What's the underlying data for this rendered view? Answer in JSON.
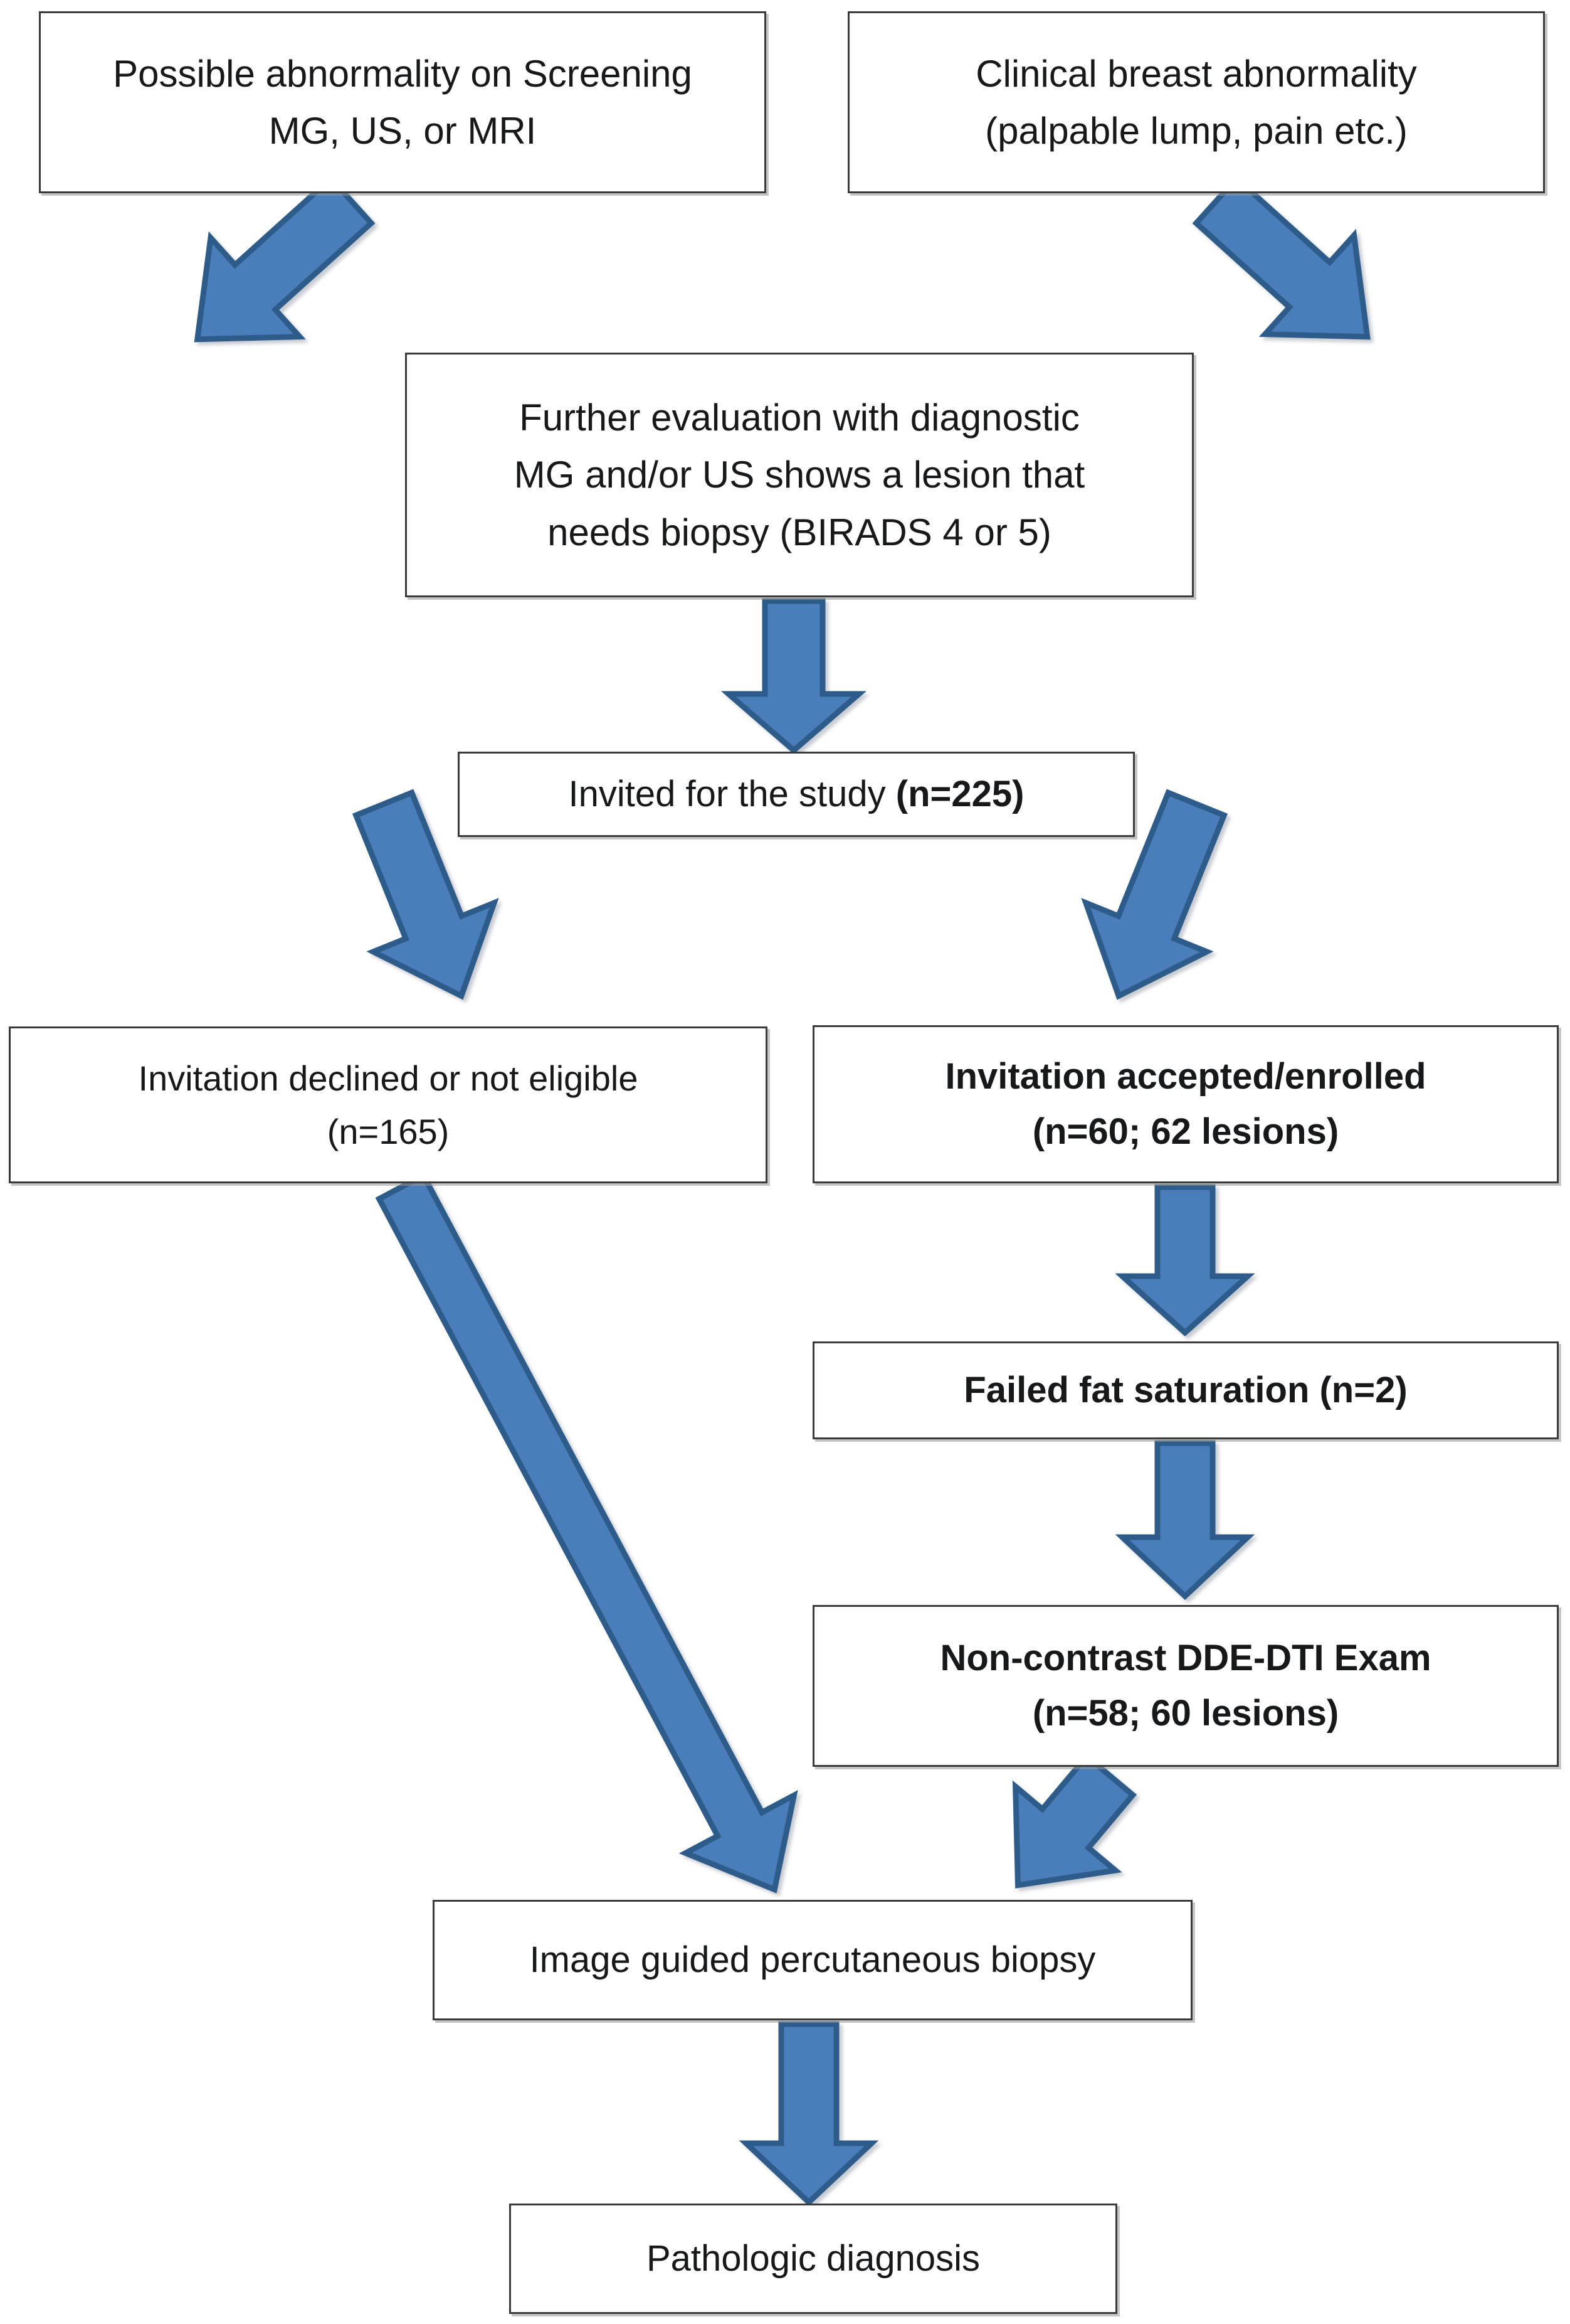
{
  "diagram": {
    "title": "Study patient enrollment flowchart",
    "colors": {
      "arrow_fill": "#4A7EBB",
      "arrow_stroke": "#2E5C8A",
      "box_border": "#3A3A3A",
      "box_background": "#FFFFFF",
      "text": "#17181A",
      "shadow": "#969696"
    },
    "nodes": [
      {
        "id": "screening",
        "name": "possible-abnormality-screening",
        "lines": [
          {
            "text": "Possible abnormality on Screening",
            "bold": false
          },
          {
            "text": "MG, US, or MRI",
            "bold": false
          }
        ]
      },
      {
        "id": "clinical",
        "name": "clinical-breast-abnormality",
        "lines": [
          {
            "text": "Clinical breast abnormality",
            "bold": false
          },
          {
            "text": "(palpable lump, pain etc.)",
            "bold": false
          }
        ]
      },
      {
        "id": "further",
        "name": "further-evaluation",
        "lines": [
          {
            "text": "Further evaluation with diagnostic",
            "bold": false
          },
          {
            "text": "MG and/or US shows a lesion that",
            "bold": false
          },
          {
            "text": "needs biopsy (BIRADS 4 or 5)",
            "bold": false
          }
        ]
      },
      {
        "id": "invited",
        "name": "invited-for-study",
        "lines": [
          {
            "text": "Invited for the study ",
            "bold": false,
            "tail": "(n=225)"
          }
        ]
      },
      {
        "id": "declined",
        "name": "invitation-declined",
        "lines": [
          {
            "text": "Invitation declined or not eligible",
            "bold": false
          },
          {
            "text": "(n=165)",
            "bold": false
          }
        ]
      },
      {
        "id": "accepted",
        "name": "invitation-accepted-enrolled",
        "lines": [
          {
            "text": "Invitation accepted/enrolled",
            "bold": true
          },
          {
            "text": "(n=60; 62 lesions)",
            "bold": true
          }
        ]
      },
      {
        "id": "failedfat",
        "name": "failed-fat-saturation",
        "lines": [
          {
            "text": "Failed fat saturation (n=2)",
            "bold": true
          }
        ]
      },
      {
        "id": "ddedti",
        "name": "non-contrast-dde-dti-exam",
        "lines": [
          {
            "text": "Non-contrast DDE-DTI Exam",
            "bold": true
          },
          {
            "text": "(n=58; 60 lesions)",
            "bold": true
          }
        ]
      },
      {
        "id": "biopsy",
        "name": "image-guided-percutaneous-biopsy",
        "lines": [
          {
            "text": "Image guided percutaneous biopsy",
            "bold": false
          }
        ]
      },
      {
        "id": "pathologic",
        "name": "pathologic-diagnosis",
        "lines": [
          {
            "text": "Pathologic diagnosis",
            "bold": false
          }
        ]
      }
    ],
    "edges": [
      {
        "from": "screening",
        "to": "further",
        "direction": "down-right"
      },
      {
        "from": "clinical",
        "to": "further",
        "direction": "down-left"
      },
      {
        "from": "further",
        "to": "invited",
        "direction": "down"
      },
      {
        "from": "invited",
        "to": "declined",
        "direction": "down-left"
      },
      {
        "from": "invited",
        "to": "accepted",
        "direction": "down-right"
      },
      {
        "from": "accepted",
        "to": "failedfat",
        "direction": "down"
      },
      {
        "from": "failedfat",
        "to": "ddedti",
        "direction": "down"
      },
      {
        "from": "declined",
        "to": "biopsy",
        "direction": "down-right"
      },
      {
        "from": "ddedti",
        "to": "biopsy",
        "direction": "down-left"
      },
      {
        "from": "biopsy",
        "to": "pathologic",
        "direction": "down"
      }
    ]
  },
  "labels": {
    "screening_l1": "Possible abnormality on Screening",
    "screening_l2": "MG, US, or MRI",
    "clinical_l1": "Clinical breast abnormality",
    "clinical_l2": "(palpable lump, pain etc.)",
    "further_l1": "Further evaluation with diagnostic",
    "further_l2": "MG and/or US shows a lesion that",
    "further_l3": "needs biopsy (BIRADS 4 or 5)",
    "invited_main": "Invited for the study ",
    "invited_count": "(n=225)",
    "declined_l1": "Invitation declined or not eligible",
    "declined_l2": "(n=165)",
    "accepted_l1": "Invitation accepted/enrolled",
    "accepted_l2": "(n=60; 62 lesions)",
    "failedfat_l1": "Failed fat saturation (n=2)",
    "ddedti_l1": "Non-contrast DDE-DTI Exam",
    "ddedti_l2": "(n=58; 60 lesions)",
    "biopsy_l1": "Image guided percutaneous biopsy",
    "pathologic_l1": "Pathologic diagnosis"
  }
}
